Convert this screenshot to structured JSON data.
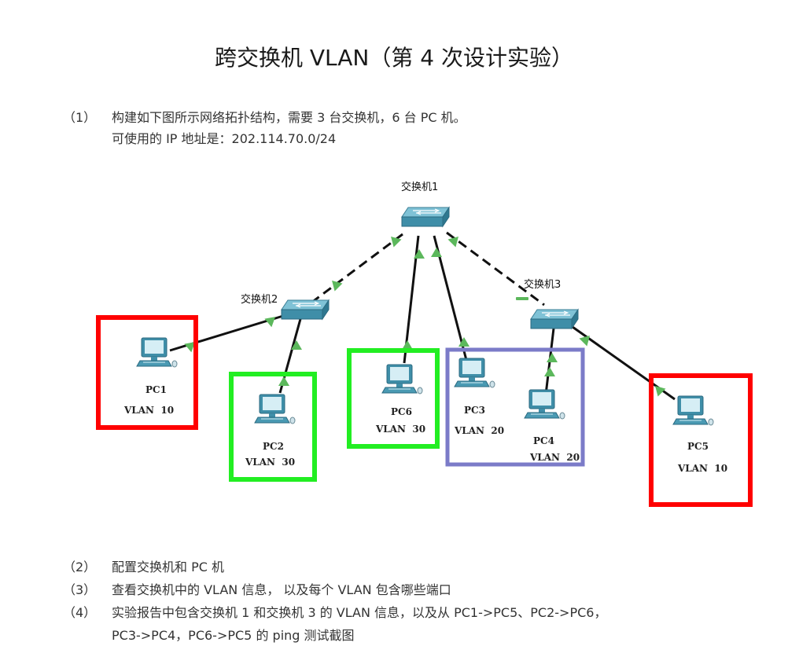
{
  "title": "跨交换机 VLAN（第 4 次设计实验）",
  "steps": [
    {
      "num": "（1）",
      "lines": [
        "构建如下图所示网络拓扑结构，需要 3 台交换机，6 台 PC 机。",
        "可使用的 IP 地址是：202.114.70.0/24"
      ]
    },
    {
      "num": "（2）",
      "lines": [
        "配置交换机和 PC 机"
      ]
    },
    {
      "num": "（3）",
      "lines": [
        "查看交换机中的 VLAN 信息，  以及每个 VLAN 包含哪些端口"
      ]
    },
    {
      "num": "（4）",
      "lines": [
        "实验报告中包含交换机 1 和交换机 3 的 VLAN 信息，以及从 PC1->PC5、PC2->PC6，",
        "PC3->PC4，PC6->PC5 的 ping 测试截图"
      ]
    }
  ],
  "topology": {
    "switches": {
      "sw1": "交换机1",
      "sw2": "交换机2",
      "sw3": "交换机3"
    },
    "pcs": {
      "pc1": {
        "name": "PC1",
        "vlan": "VLAN  10"
      },
      "pc2": {
        "name": "PC2",
        "vlan": "VLAN  30"
      },
      "pc6": {
        "name": "PC6",
        "vlan": "VLAN  30"
      },
      "pc3": {
        "name": "PC3",
        "vlan": "VLAN  20"
      },
      "pc4": {
        "name": "PC4",
        "vlan": "VLAN  20"
      },
      "pc5": {
        "name": "PC5",
        "vlan": "VLAN  10"
      }
    },
    "colors": {
      "vlan10": "#ff0000",
      "vlan30": "#22ee22",
      "vlan20": "#7b7bc8",
      "link": "#111111",
      "port": "#5cb85c",
      "switch": "#4a8fa8"
    }
  }
}
